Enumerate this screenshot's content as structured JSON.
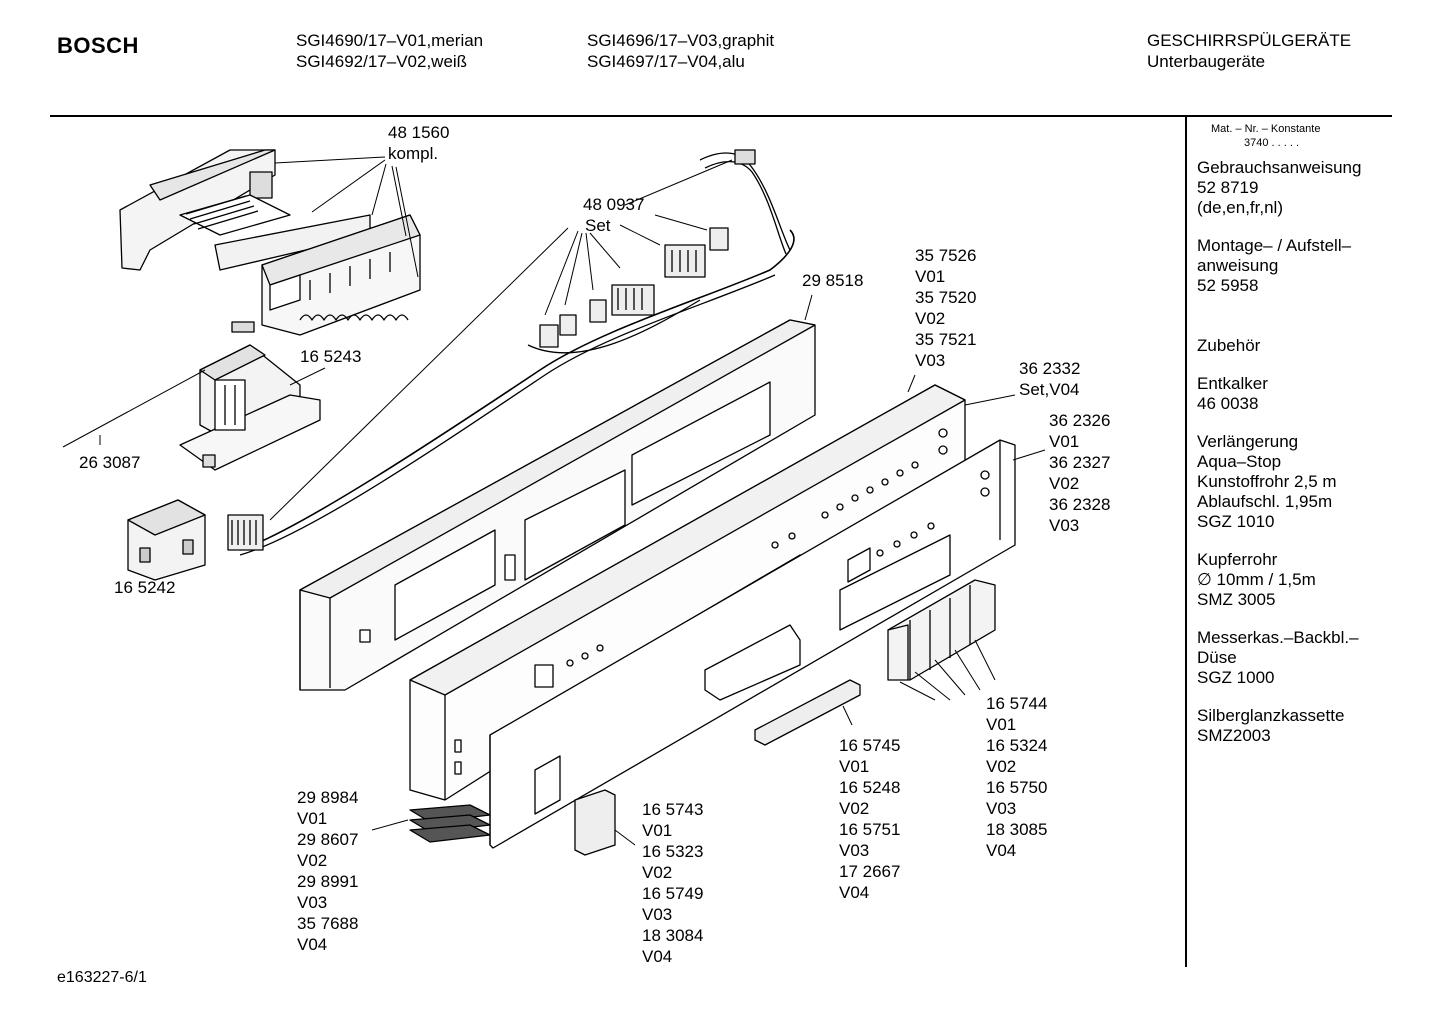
{
  "header": {
    "brand": "BOSCH",
    "models_col1": [
      "SGI4690/17–V01,merian",
      "SGI4692/17–V02,weiß"
    ],
    "models_col2": [
      "SGI4696/17–V03,graphit",
      "SGI4697/17–V04,alu"
    ],
    "category": [
      "GESCHIRRSPÜLGERÄTE",
      "Unterbaugeräte"
    ]
  },
  "sidebar": {
    "constant_label": "Mat. – Nr. – Konstante",
    "constant_value": "3740  .  .   .  .  .",
    "blocks": [
      [
        "Gebrauchsanweisung",
        "52 8719",
        "(de,en,fr,nl)"
      ],
      [
        "Montage– / Aufstell–",
        "anweisung",
        "52 5958"
      ],
      [
        "Zubehör"
      ],
      [
        "Entkalker",
        "46 0038"
      ],
      [
        "Verlängerung",
        "Aqua–Stop",
        "Kunstoffrohr 2,5 m",
        "Ablaufschl. 1,95m",
        "SGZ 1010"
      ],
      [
        "Kupferrohr",
        "∅ 10mm / 1,5m",
        "SMZ 3005"
      ],
      [
        "Messerkas.–Backbl.–",
        "Düse",
        "SGZ 1000"
      ],
      [
        "Silberglanzkassette",
        "SMZ2003"
      ]
    ]
  },
  "labels": {
    "p481560": [
      "48 1560",
      "kompl."
    ],
    "p480937": [
      "48 0937",
      "Set"
    ],
    "p298518": [
      "29 8518"
    ],
    "p357526": [
      "35 7526",
      "V01",
      "35 7520",
      "V02",
      "35 7521",
      "V03"
    ],
    "p362332": [
      "36 2332",
      "Set,V04"
    ],
    "p362326": [
      "36 2326",
      "V01",
      "36 2327",
      "V02",
      "36 2328",
      "V03"
    ],
    "p165243": [
      "16 5243"
    ],
    "p263087": [
      "26 3087"
    ],
    "p165242": [
      "16 5242"
    ],
    "p165744": [
      "16 5744",
      "V01",
      "16 5324",
      "V02",
      "16 5750",
      "V03",
      "18 3085",
      "V04"
    ],
    "p165745": [
      "16 5745",
      "V01",
      "16 5248",
      "V02",
      "16 5751",
      "V03",
      "17 2667",
      "V04"
    ],
    "p165743": [
      "16 5743",
      "V01",
      "16 5323",
      "V02",
      "16 5749",
      "V03",
      "18 3084",
      "V04"
    ],
    "p298984": [
      "29 8984",
      "V01",
      "29 8607",
      "V02",
      "29 8991",
      "V03",
      "35 7688",
      "V04"
    ]
  },
  "footer": {
    "code": "e163227-6/1"
  }
}
